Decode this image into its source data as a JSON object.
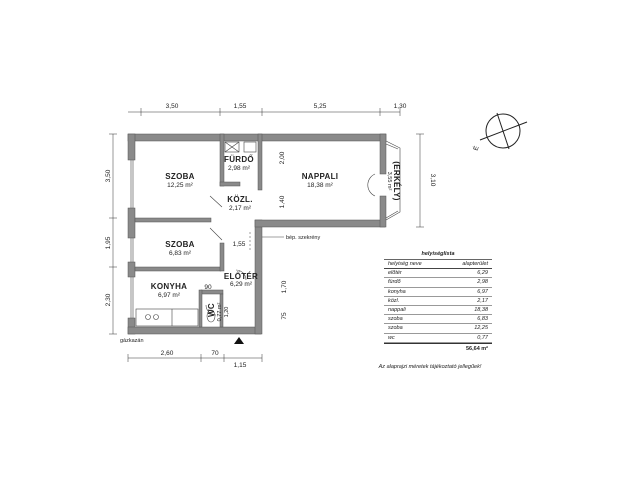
{
  "rooms": {
    "szoba1": {
      "name": "SZOBA",
      "area": "12,25 m²"
    },
    "furdo": {
      "name": "FÜRDŐ",
      "area": "2,98 m²"
    },
    "nappali": {
      "name": "NAPPALI",
      "area": "18,38 m²"
    },
    "kozl": {
      "name": "KÖZL.",
      "area": "2,17 m²"
    },
    "szoba2": {
      "name": "SZOBA",
      "area": "6,83 m²"
    },
    "eloter": {
      "name": "ELŐTÉR",
      "area": "6,29 m²"
    },
    "konyha": {
      "name": "KONYHA",
      "area": "6,97 m²"
    },
    "wc": {
      "name": "WC",
      "area": "0,77 m²"
    },
    "erkely": {
      "name": "(ERKÉLY)",
      "area": "3,55 m²"
    }
  },
  "dimensions": {
    "top": [
      "3,50",
      "1,55",
      "5,25",
      "1,30"
    ],
    "left": [
      "3,50",
      "1,95",
      "2,30"
    ],
    "right": "3,10",
    "bottom": [
      "2,60",
      "70",
      "1,15"
    ],
    "inner": {
      "furdo_h": "2,00",
      "kozl_h": "1,40",
      "kozl_w": "1,55",
      "eloter_h": "1,70",
      "corridor_h": "75",
      "konyha_w": "90",
      "wc_h": "1,20"
    }
  },
  "labels": {
    "bepitett": "bép. szekrény",
    "gaz": "gázkazán"
  },
  "table": {
    "title": "helyiséglista",
    "header": {
      "name": "helyiség neve",
      "area": "alapterület"
    },
    "rows": [
      {
        "name": "előtér",
        "area": "6,29"
      },
      {
        "name": "fürdő",
        "area": "2,98"
      },
      {
        "name": "konyha",
        "area": "6,97"
      },
      {
        "name": "közl.",
        "area": "2,17"
      },
      {
        "name": "nappali",
        "area": "18,38"
      },
      {
        "name": "szoba",
        "area": "6,83"
      },
      {
        "name": "szoba",
        "area": "12,25"
      },
      {
        "name": "wc",
        "area": "0,77"
      }
    ],
    "total": "56,64 m²"
  },
  "note": "Az alaprajzi méretek tájékoztató jellegűek!",
  "compass": {
    "label": "É"
  }
}
